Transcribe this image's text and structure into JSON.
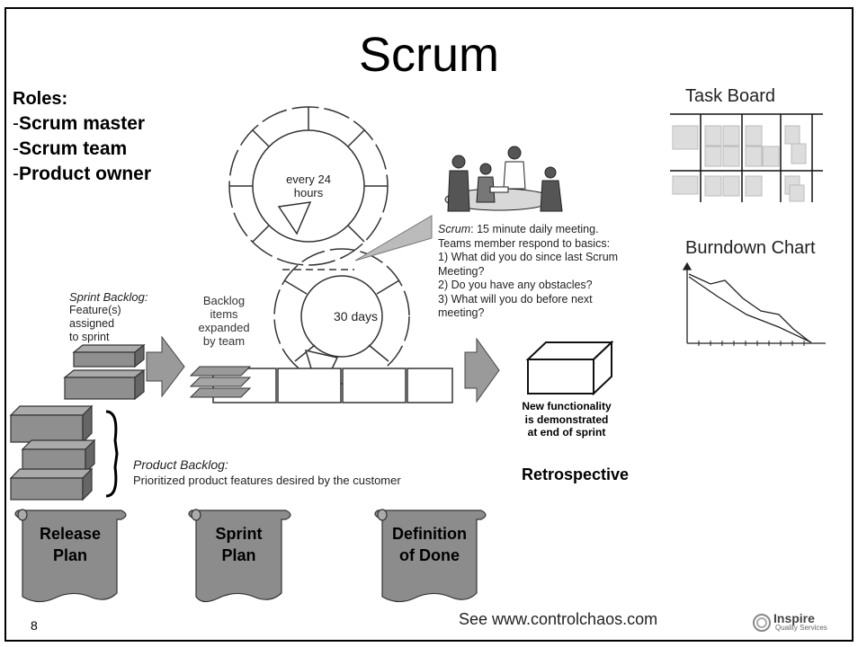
{
  "slide": {
    "title": "Scrum",
    "page_number": "8",
    "footer_link": "See www.controlchaos.com",
    "logo": {
      "name": "Inspire",
      "subtitle": "Quality Services"
    }
  },
  "roles": {
    "heading": "Roles:",
    "items": [
      {
        "dash": "-",
        "label": "Scrum master"
      },
      {
        "dash": "-",
        "label": "Scrum team"
      },
      {
        "dash": "-",
        "label": "Product owner"
      }
    ]
  },
  "cycle": {
    "every_24_line1": "every 24",
    "every_24_line2": "hours",
    "thirty_days": "30 days"
  },
  "scrum_meeting": {
    "label_italic": "Scrum",
    "lines": [
      ": 15 minute daily meeting.",
      "Teams member respond to basics:",
      " 1) What did you do since last Scrum",
      "Meeting?",
      " 2) Do you have any obstacles?",
      " 3) What will you do before next",
      "meeting?"
    ]
  },
  "sprint_backlog": {
    "label": "Sprint Backlog:",
    "lines": [
      "Feature(s)",
      "assigned",
      "to sprint"
    ]
  },
  "backlog_items": {
    "lines": [
      "Backlog",
      "items",
      "expanded",
      "by team"
    ]
  },
  "product_backlog": {
    "label": "Product Backlog:",
    "description": "Prioritized product features desired by the customer"
  },
  "new_functionality": {
    "lines": [
      "New functionality",
      "is demonstrated",
      "at end of sprint"
    ]
  },
  "retrospective": "Retrospective",
  "scrolls": [
    {
      "line1": "Release",
      "line2": "Plan"
    },
    {
      "line1": "Sprint",
      "line2": "Plan"
    },
    {
      "line1": "Definition",
      "line2": "of Done"
    }
  ],
  "artifacts": {
    "task_board": "Task Board",
    "burndown_chart": "Burndown Chart"
  },
  "colors": {
    "arrow_gray": "#9a9a9a",
    "box_gray": "#8a8a8a",
    "scroll_gray": "#8c8c8c",
    "line": "#333333"
  }
}
